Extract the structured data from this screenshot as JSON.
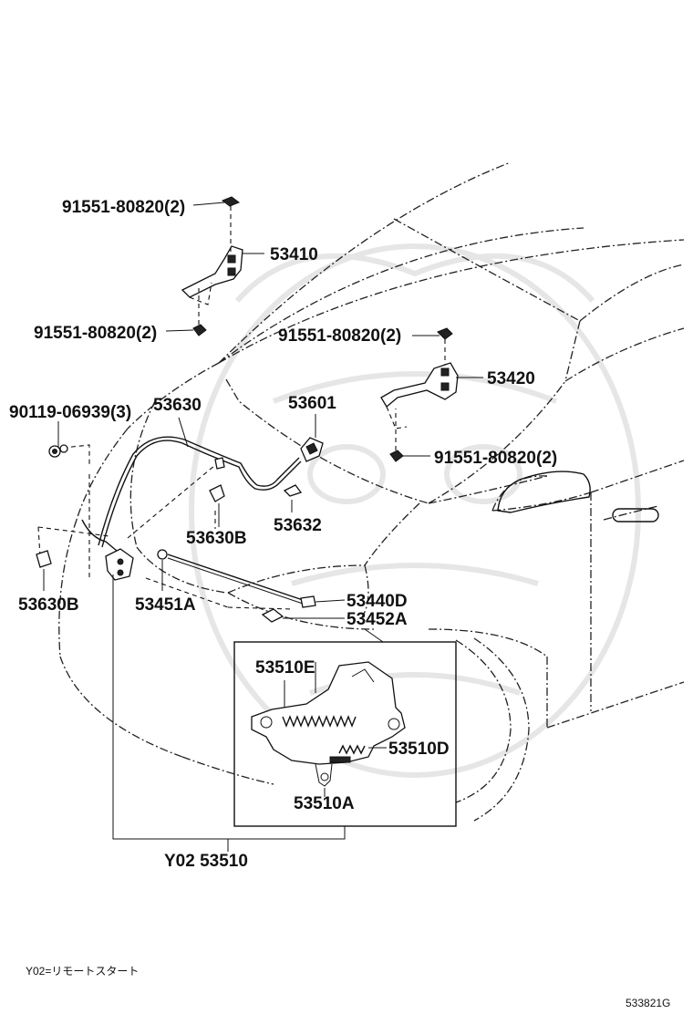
{
  "labels": {
    "bolt_top_left_1": "91551-80820(2)",
    "hinge_left": "53410",
    "bolt_top_left_2": "91551-80820(2)",
    "bolt_right_1": "91551-80820(2)",
    "hinge_right": "53420",
    "bolt_right_2": "91551-80820(2)",
    "clip_screw": "90119-06939(3)",
    "cable": "53630",
    "lever": "53601",
    "clamp_center": "53630B",
    "bracket_small": "53632",
    "clamp_left": "53630B",
    "support_rod": "53451A",
    "rod_holder": "53440D",
    "rod_retainer": "53452A",
    "lock_part_e": "53510E",
    "lock_part_d": "53510D",
    "lock_part_a": "53510A",
    "assembly": "Y02 53510"
  },
  "footnote": "Y02=リモートスタート",
  "diagram_id": "533821G"
}
